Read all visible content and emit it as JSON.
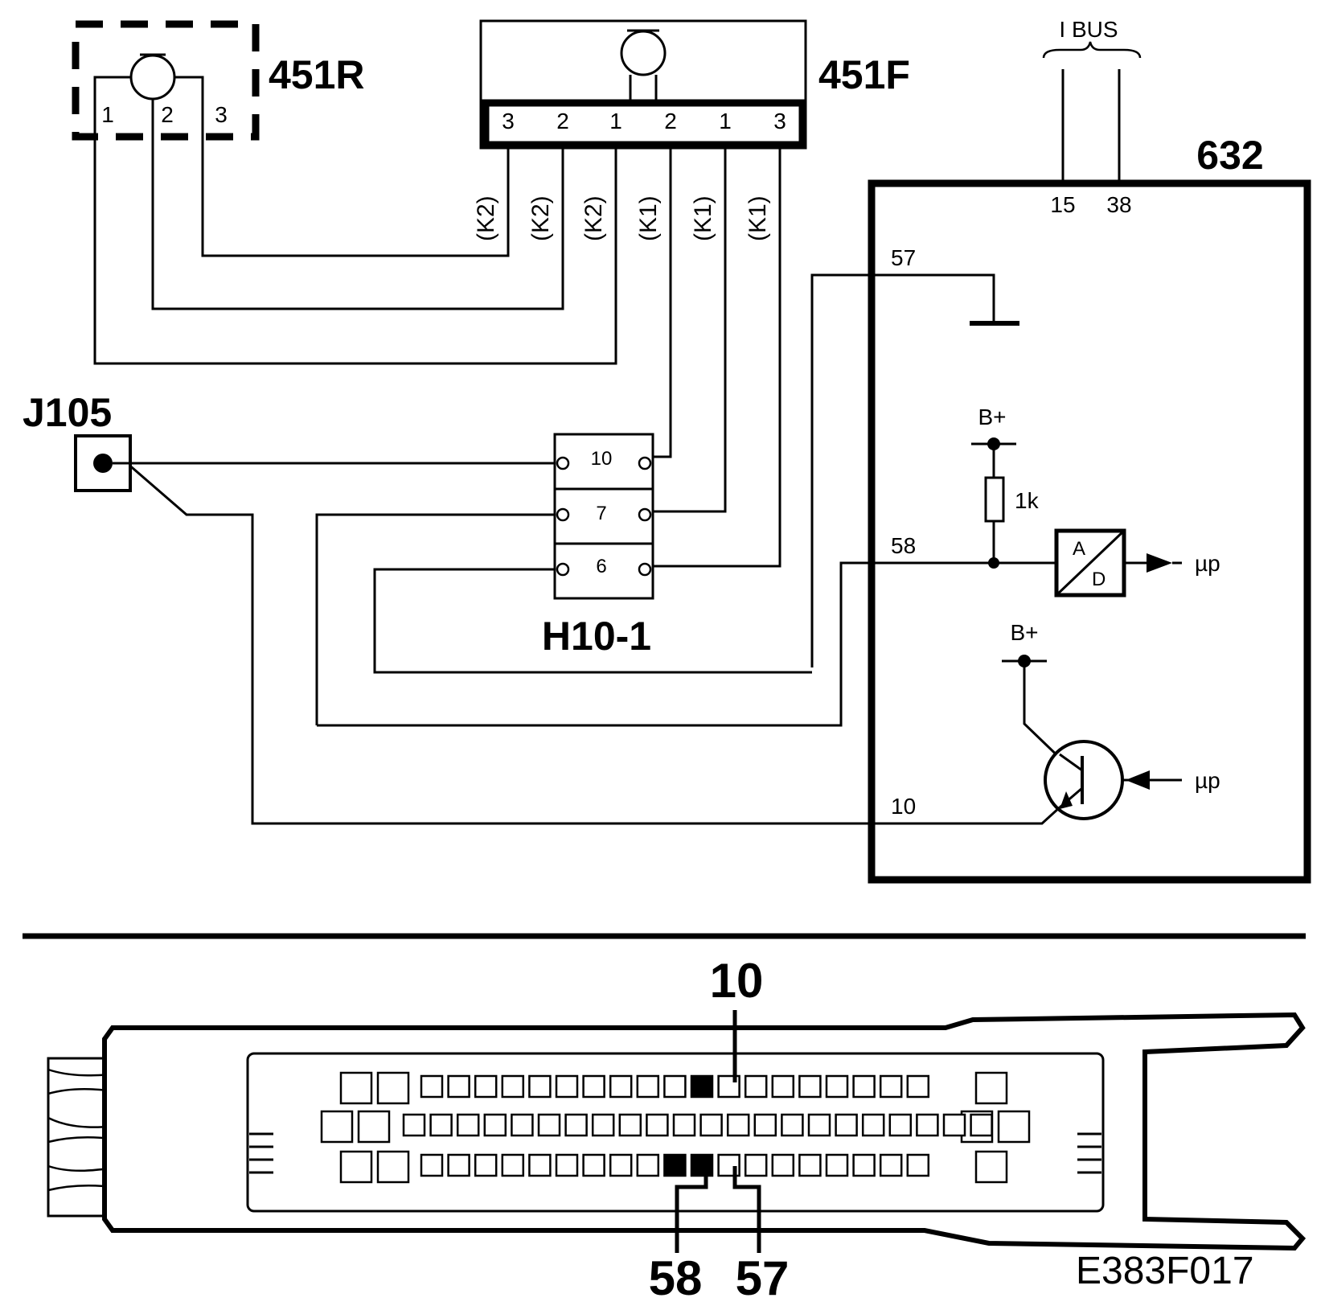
{
  "components": {
    "relay_451R": "451R",
    "relay_451F": "451F",
    "module_632": "632",
    "connector_h10": "H10-1",
    "diag_j105": "J105"
  },
  "bus": {
    "label": "I BUS",
    "pin15": "15",
    "pin38": "38"
  },
  "sensor_451R_pins": [
    "1",
    "2",
    "3"
  ],
  "sensor_451F_pins": [
    "3",
    "2",
    "1",
    "2",
    "1",
    "3"
  ],
  "wire_codes": [
    "(K2)",
    "(K2)",
    "(K2)",
    "(K1)",
    "(K1)",
    "(K1)"
  ],
  "h10_pins": [
    "10",
    "7",
    "6"
  ],
  "module_pins": {
    "p57": "57",
    "p58": "58",
    "p10": "10"
  },
  "internal": {
    "bplus_1": "B+",
    "bplus_2": "B+",
    "resistor": "1k",
    "adc_a": "A",
    "adc_d": "D",
    "mp_1": "µp",
    "mp_2": "µp"
  },
  "connector_view": {
    "pin_top": "10",
    "pin_bottom_left": "58",
    "pin_bottom_right": "57",
    "figure_id": "E383F017"
  }
}
